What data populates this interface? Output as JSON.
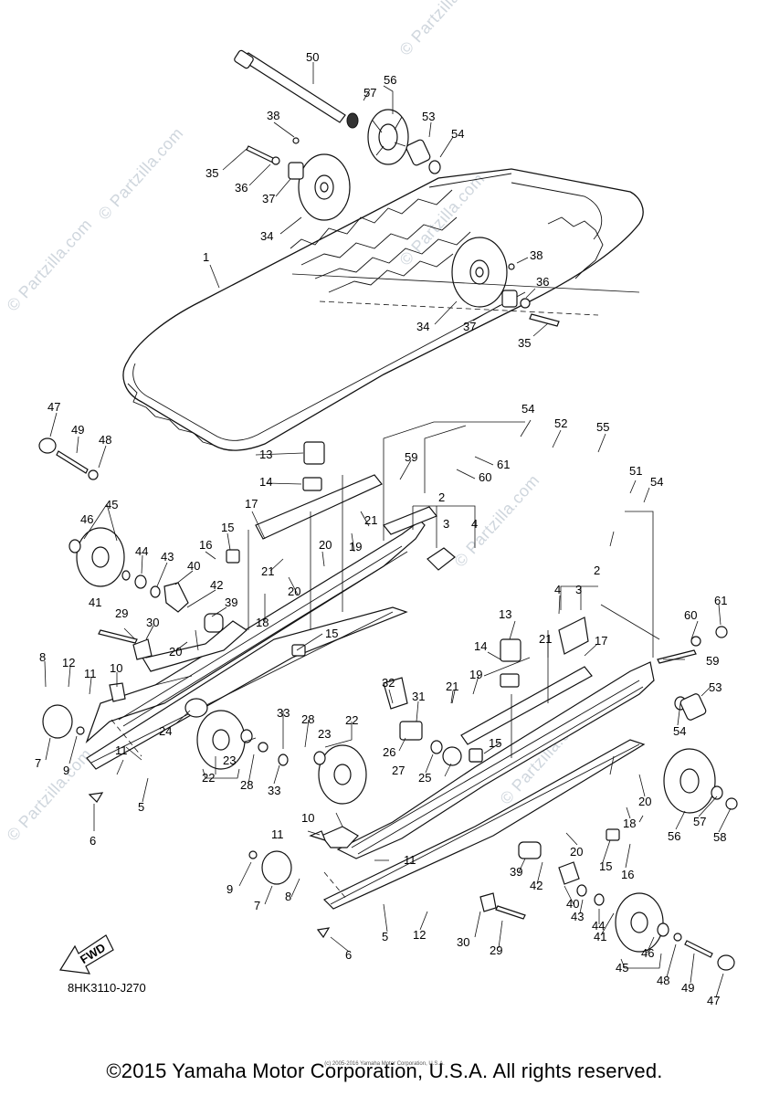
{
  "diagram": {
    "code": "8HK3110-J270",
    "fwd_label": "FWD",
    "copyright": "©2015 Yamaha Motor Corporation, U.S.A. All rights reserved.",
    "tiny_notice": "(c) 2005-2016 Yamaha Motor Corporation, U.S.A.",
    "watermark": "© Partzilla.com"
  },
  "callouts": [
    {
      "id": "c1",
      "text": "50"
    },
    {
      "id": "c2",
      "text": "56"
    },
    {
      "id": "c3",
      "text": "57"
    },
    {
      "id": "c4",
      "text": "38"
    },
    {
      "id": "c5",
      "text": "53"
    },
    {
      "id": "c6",
      "text": "54"
    },
    {
      "id": "c7",
      "text": "35"
    },
    {
      "id": "c8",
      "text": "36"
    },
    {
      "id": "c9",
      "text": "37"
    },
    {
      "id": "c10",
      "text": "34"
    },
    {
      "id": "c11",
      "text": "1"
    },
    {
      "id": "c12",
      "text": "38"
    },
    {
      "id": "c13",
      "text": "36"
    },
    {
      "id": "c14",
      "text": "34"
    },
    {
      "id": "c15",
      "text": "37"
    },
    {
      "id": "c16",
      "text": "35"
    },
    {
      "id": "c17",
      "text": "47"
    },
    {
      "id": "c18",
      "text": "49"
    },
    {
      "id": "c19",
      "text": "48"
    },
    {
      "id": "c20",
      "text": "13"
    },
    {
      "id": "c21",
      "text": "14"
    },
    {
      "id": "c22",
      "text": "59"
    },
    {
      "id": "c23",
      "text": "61"
    },
    {
      "id": "c24",
      "text": "60"
    },
    {
      "id": "c25",
      "text": "54"
    },
    {
      "id": "c26",
      "text": "52"
    },
    {
      "id": "c27",
      "text": "55"
    },
    {
      "id": "c28",
      "text": "51"
    },
    {
      "id": "c29",
      "text": "54"
    },
    {
      "id": "c30",
      "text": "45"
    },
    {
      "id": "c31",
      "text": "46"
    },
    {
      "id": "c32",
      "text": "17"
    },
    {
      "id": "c33",
      "text": "2"
    },
    {
      "id": "c34",
      "text": "3"
    },
    {
      "id": "c35",
      "text": "4"
    },
    {
      "id": "c36",
      "text": "21"
    },
    {
      "id": "c37",
      "text": "16"
    },
    {
      "id": "c38",
      "text": "15"
    },
    {
      "id": "c39",
      "text": "20"
    },
    {
      "id": "c40",
      "text": "19"
    },
    {
      "id": "c41",
      "text": "44"
    },
    {
      "id": "c42",
      "text": "43"
    },
    {
      "id": "c43",
      "text": "21"
    },
    {
      "id": "c44",
      "text": "40"
    },
    {
      "id": "c45",
      "text": "20"
    },
    {
      "id": "c46",
      "text": "42"
    },
    {
      "id": "c47",
      "text": "41"
    },
    {
      "id": "c48",
      "text": "39"
    },
    {
      "id": "c49",
      "text": "18"
    },
    {
      "id": "c50",
      "text": "29"
    },
    {
      "id": "c51",
      "text": "30"
    },
    {
      "id": "c52",
      "text": "20"
    },
    {
      "id": "c53",
      "text": "15"
    },
    {
      "id": "c54",
      "text": "2"
    },
    {
      "id": "c55",
      "text": "4"
    },
    {
      "id": "c56",
      "text": "3"
    },
    {
      "id": "c57",
      "text": "60"
    },
    {
      "id": "c58",
      "text": "61"
    },
    {
      "id": "c59",
      "text": "8"
    },
    {
      "id": "c60",
      "text": "12"
    },
    {
      "id": "c61",
      "text": "10"
    },
    {
      "id": "c62",
      "text": "11"
    },
    {
      "id": "c63",
      "text": "13"
    },
    {
      "id": "c64",
      "text": "14"
    },
    {
      "id": "c65",
      "text": "21"
    },
    {
      "id": "c66",
      "text": "17"
    },
    {
      "id": "c67",
      "text": "59"
    },
    {
      "id": "c68",
      "text": "53"
    },
    {
      "id": "c69",
      "text": "19"
    },
    {
      "id": "c70",
      "text": "21"
    },
    {
      "id": "c71",
      "text": "32"
    },
    {
      "id": "c72",
      "text": "31"
    },
    {
      "id": "c73",
      "text": "24"
    },
    {
      "id": "c74",
      "text": "11"
    },
    {
      "id": "c75",
      "text": "7"
    },
    {
      "id": "c76",
      "text": "9"
    },
    {
      "id": "c77",
      "text": "33"
    },
    {
      "id": "c78",
      "text": "28"
    },
    {
      "id": "c79",
      "text": "22"
    },
    {
      "id": "c80",
      "text": "23"
    },
    {
      "id": "c81",
      "text": "26"
    },
    {
      "id": "c82",
      "text": "27"
    },
    {
      "id": "c83",
      "text": "25"
    },
    {
      "id": "c84",
      "text": "15"
    },
    {
      "id": "c85",
      "text": "54"
    },
    {
      "id": "c86",
      "text": "23"
    },
    {
      "id": "c87",
      "text": "22"
    },
    {
      "id": "c88",
      "text": "28"
    },
    {
      "id": "c89",
      "text": "33"
    },
    {
      "id": "c90",
      "text": "5"
    },
    {
      "id": "c91",
      "text": "6"
    },
    {
      "id": "c92",
      "text": "20"
    },
    {
      "id": "c93",
      "text": "18"
    },
    {
      "id": "c94",
      "text": "57"
    },
    {
      "id": "c95",
      "text": "58"
    },
    {
      "id": "c96",
      "text": "56"
    },
    {
      "id": "c97",
      "text": "10"
    },
    {
      "id": "c98",
      "text": "11"
    },
    {
      "id": "c99",
      "text": "20"
    },
    {
      "id": "c100",
      "text": "11"
    },
    {
      "id": "c101",
      "text": "15"
    },
    {
      "id": "c102",
      "text": "16"
    },
    {
      "id": "c103",
      "text": "39"
    },
    {
      "id": "c104",
      "text": "42"
    },
    {
      "id": "c105",
      "text": "9"
    },
    {
      "id": "c106",
      "text": "7"
    },
    {
      "id": "c107",
      "text": "8"
    },
    {
      "id": "c108",
      "text": "40"
    },
    {
      "id": "c109",
      "text": "43"
    },
    {
      "id": "c110",
      "text": "44"
    },
    {
      "id": "c111",
      "text": "41"
    },
    {
      "id": "c112",
      "text": "5"
    },
    {
      "id": "c113",
      "text": "12"
    },
    {
      "id": "c114",
      "text": "30"
    },
    {
      "id": "c115",
      "text": "29"
    },
    {
      "id": "c116",
      "text": "6"
    },
    {
      "id": "c117",
      "text": "45"
    },
    {
      "id": "c118",
      "text": "46"
    },
    {
      "id": "c119",
      "text": "48"
    },
    {
      "id": "c120",
      "text": "49"
    },
    {
      "id": "c121",
      "text": "47"
    }
  ]
}
